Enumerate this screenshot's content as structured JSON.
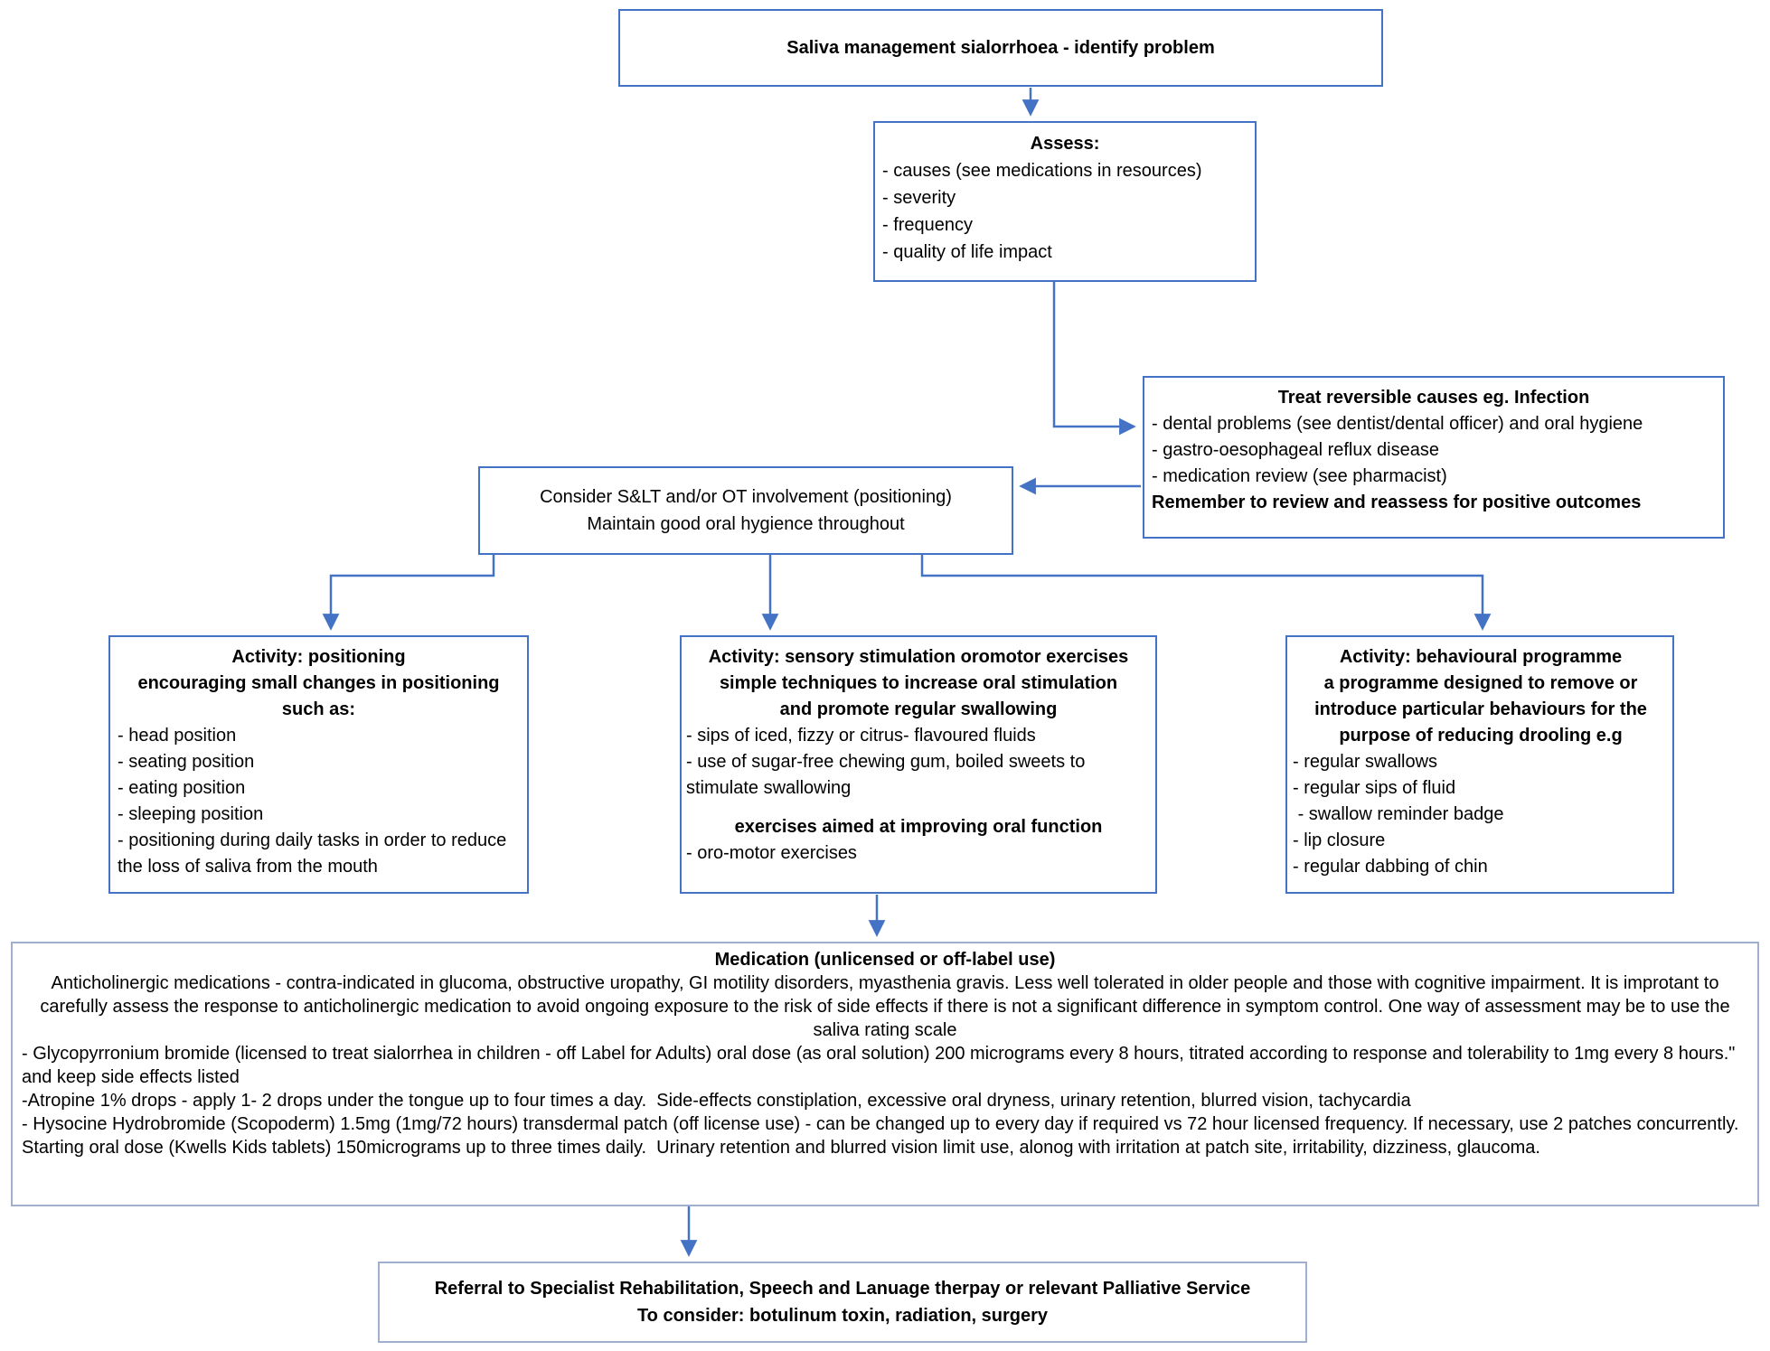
{
  "colors": {
    "box_border": "#4472C4",
    "light_box_border": "#9FAFCD",
    "arrow": "#4472C4",
    "text": "#000000",
    "background": "#FFFFFF"
  },
  "flow": {
    "problem": {
      "text": "Saliva management sialorrhoea - identify problem"
    },
    "assess": {
      "title": "Assess:",
      "items": [
        "- causes (see medications in resources)",
        "- severity",
        "- frequency",
        "- quality of life impact"
      ]
    },
    "treat": {
      "title": "Treat reversible causes eg. Infection",
      "items": [
        "- dental problems (see dentist/dental officer) and oral hygiene",
        "- gastro-oesophageal reflux disease",
        "- medication review (see pharmacist)"
      ],
      "footer": "Remember to review and reassess for positive outcomes"
    },
    "consider": {
      "lines": [
        "Consider S&LT and/or OT involvement (positioning)",
        "Maintain good oral hygience throughout"
      ]
    },
    "positioning": {
      "heading": [
        "Activity: positioning",
        "encouraging small changes in positioning",
        "such as:"
      ],
      "items": [
        "- head position",
        "- seating position",
        "- eating position",
        "- sleeping position",
        "- positioning during daily tasks in order to reduce the loss of saliva from the mouth"
      ]
    },
    "sensory": {
      "heading": [
        "Activity: sensory stimulation oromotor exercises",
        "simple techniques to increase oral stimulation",
        "and promote regular swallowing"
      ],
      "items": [
        "- sips of iced, fizzy or citrus- flavoured fluids",
        "- use of sugar-free chewing gum, boiled sweets to stimulate swallowing"
      ],
      "subheading": "exercises aimed at improving oral function",
      "items2": [
        "- oro-motor exercises"
      ]
    },
    "behavioural": {
      "heading": [
        "Activity: behavioural programme",
        "a programme designed to remove or",
        "introduce particular behaviours for the",
        "purpose of reducing drooling e.g"
      ],
      "items": [
        "- regular swallows",
        "- regular sips of fluid",
        " - swallow reminder badge",
        "- lip closure",
        "- regular dabbing of chin"
      ]
    },
    "medication": {
      "title": "Medication (unlicensed or off-label use)",
      "intro": "Anticholinergic medications - contra-indicated in glucoma, obstructive uropathy, GI motility disorders, myasthenia gravis.  Less well tolerated in older people and those with cognitive impairment. It is improtant to carefully assess the response to anticholinergic medication to avoid ongoing exposure to the risk of side effects if there is not a significant difference in symptom control. One way of assessment may be to use the saliva rating scale",
      "items": [
        "- Glycopyrronium bromide (licensed to treat sialorrhea in children - off Label for Adults) oral dose (as oral solution) 200 micrograms every 8 hours, titrated according to response and tolerability to 1mg every 8 hours.\" and keep side effects listed",
        "-Atropine 1% drops - apply 1- 2 drops under the tongue up to four times a day.  Side-effects constiplation, excessive oral dryness, urinary retention, blurred vision, tachycardia",
        "- Hysocine Hydrobromide (Scopoderm) 1.5mg (1mg/72 hours) transdermal patch (off license use) - can be changed up to every day if required vs 72 hour licensed frequency. If necessary, use 2 patches concurrently. Starting oral dose (Kwells Kids tablets) 150micrograms up to three times daily.  Urinary retention and blurred vision limit use, alonog with irritation at patch site, irritability, dizziness, glaucoma."
      ]
    },
    "referral": {
      "lines": [
        "Referral to Specialist Rehabilitation, Speech and Lanuage therpay or relevant Palliative Service",
        "To consider: botulinum toxin, radiation, surgery"
      ]
    }
  }
}
